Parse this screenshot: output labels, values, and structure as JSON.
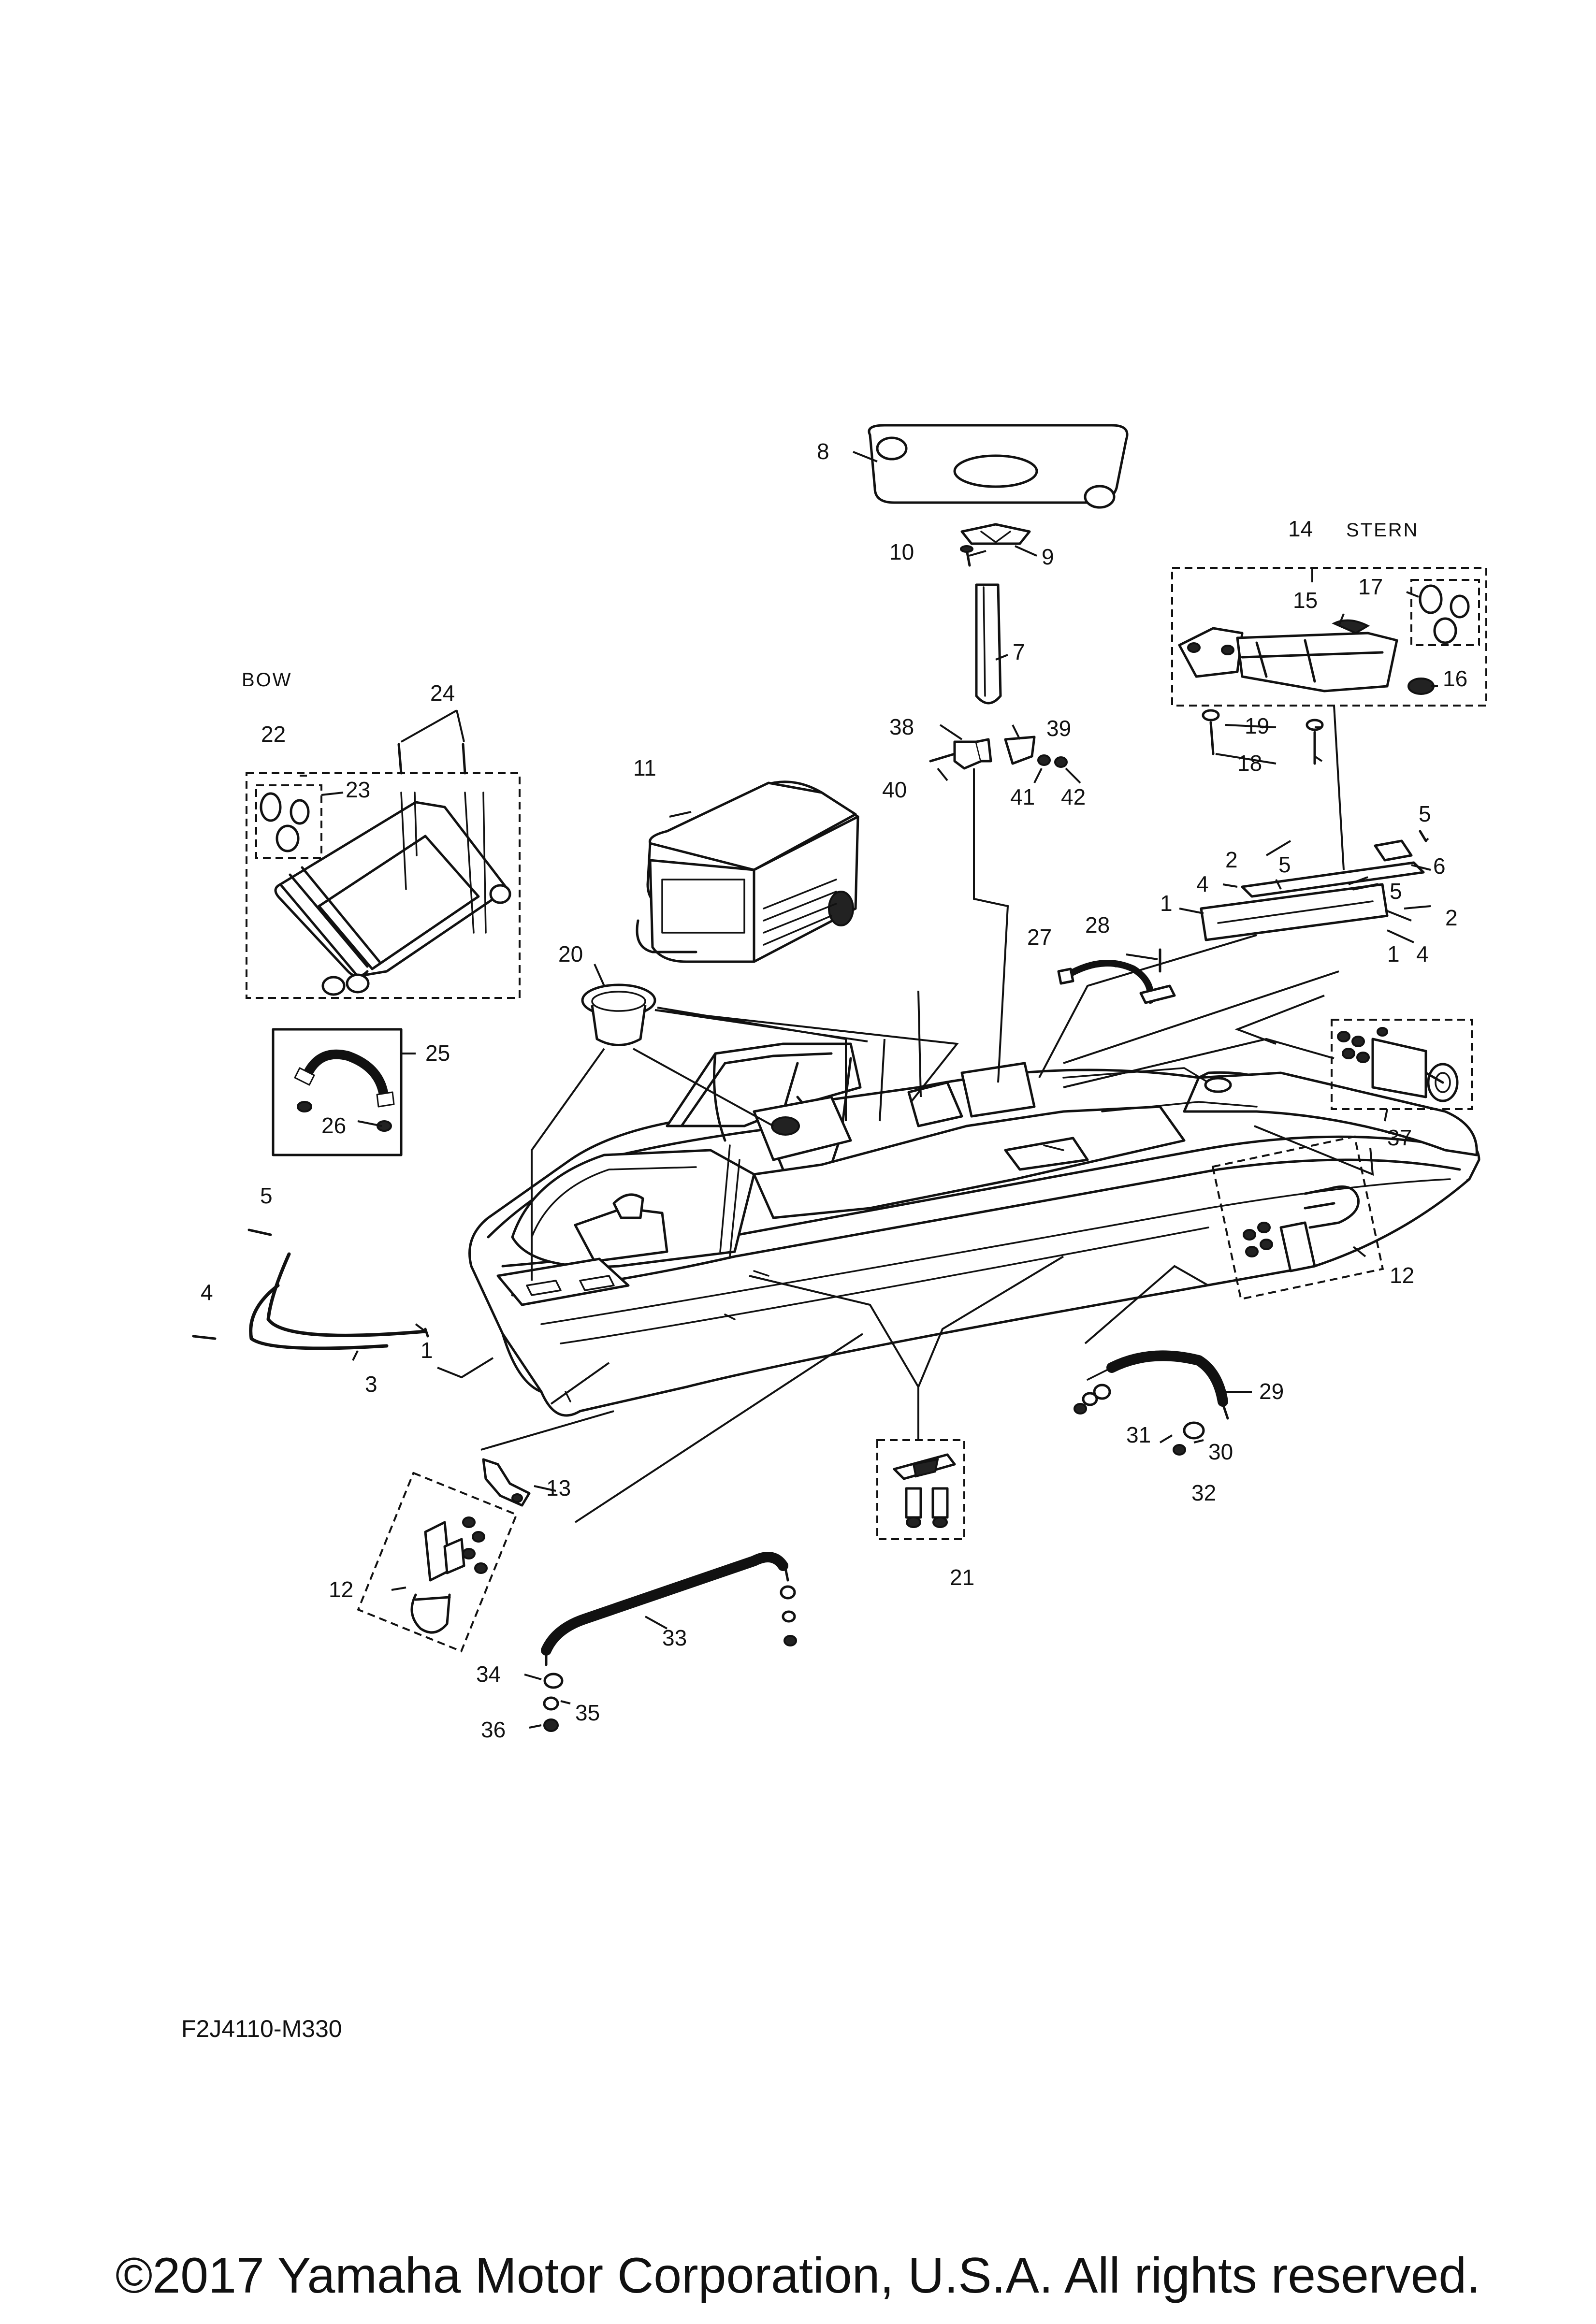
{
  "labels": {
    "bow": "BOW",
    "stern": "STERN",
    "diagram_code": "F2J4110-M330"
  },
  "copyright": "©2017 Yamaha Motor Corporation, U.S.A. All rights reserved.",
  "callouts": {
    "c1a": "1",
    "c1b": "1",
    "c1c": "1",
    "c2a": "2",
    "c2b": "2",
    "c3": "3",
    "c4a": "4",
    "c4b": "4",
    "c4c": "4",
    "c5a": "5",
    "c5b": "5",
    "c5c": "5",
    "c5d": "5",
    "c6": "6",
    "c7": "7",
    "c8": "8",
    "c9": "9",
    "c10": "10",
    "c11": "11",
    "c12a": "12",
    "c12b": "12",
    "c13": "13",
    "c14": "14",
    "c15": "15",
    "c16": "16",
    "c17": "17",
    "c18": "18",
    "c19": "19",
    "c20": "20",
    "c21": "21",
    "c22": "22",
    "c23": "23",
    "c24": "24",
    "c25": "25",
    "c26": "26",
    "c27": "27",
    "c28": "28",
    "c29": "29",
    "c30": "30",
    "c31": "31",
    "c32": "32",
    "c33": "33",
    "c34": "34",
    "c35": "35",
    "c36": "36",
    "c37": "37",
    "c38": "38",
    "c39": "39",
    "c40": "40",
    "c41": "41",
    "c42": "42"
  }
}
